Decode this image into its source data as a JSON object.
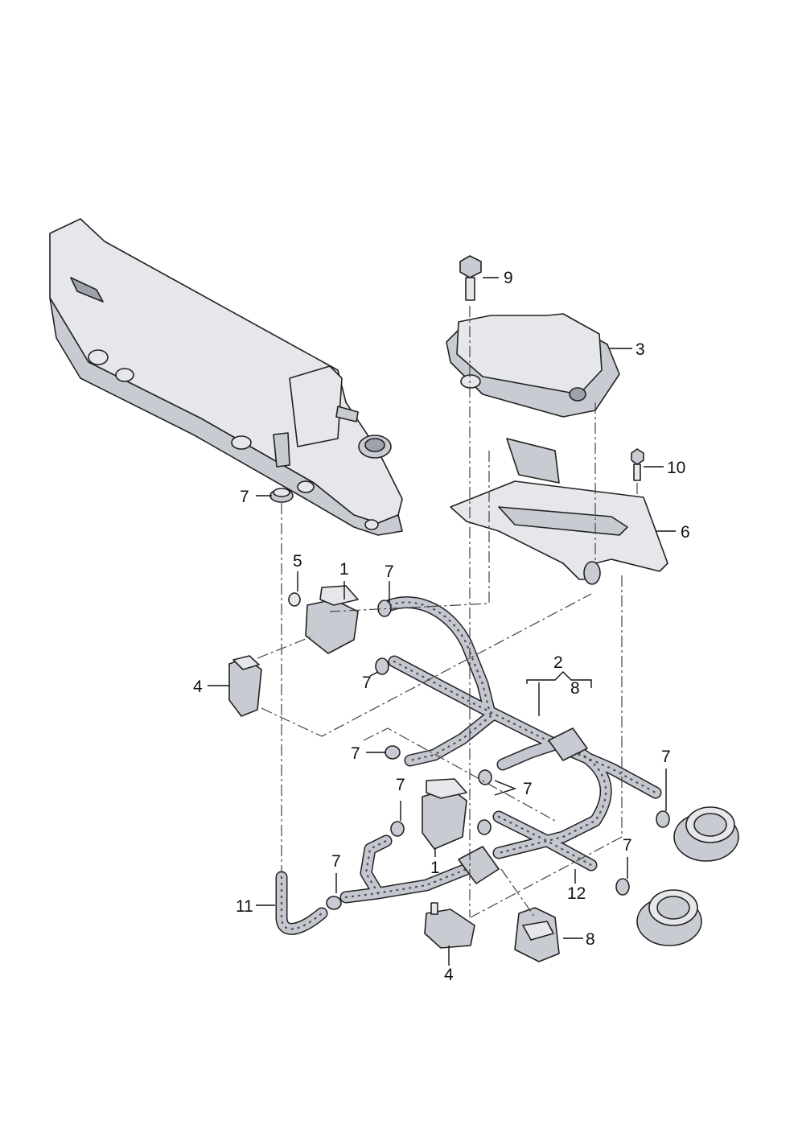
{
  "diagram": {
    "callouts": {
      "c1_top": "1",
      "c1_bottom": "1",
      "c2": "2",
      "c2_sub": "8",
      "c3": "3",
      "c4_top": "4",
      "c4_bottom": "4",
      "c5": "5",
      "c6": "6",
      "c7_clamp_top": "7",
      "c7_a": "7",
      "c7_b": "7",
      "c7_c": "7",
      "c7_d": "7",
      "c7_e": "7",
      "c7_f": "7",
      "c7_g": "7",
      "c7_h": "7",
      "c8": "8",
      "c9": "9",
      "c10": "10",
      "c11": "11",
      "c12": "12"
    }
  }
}
